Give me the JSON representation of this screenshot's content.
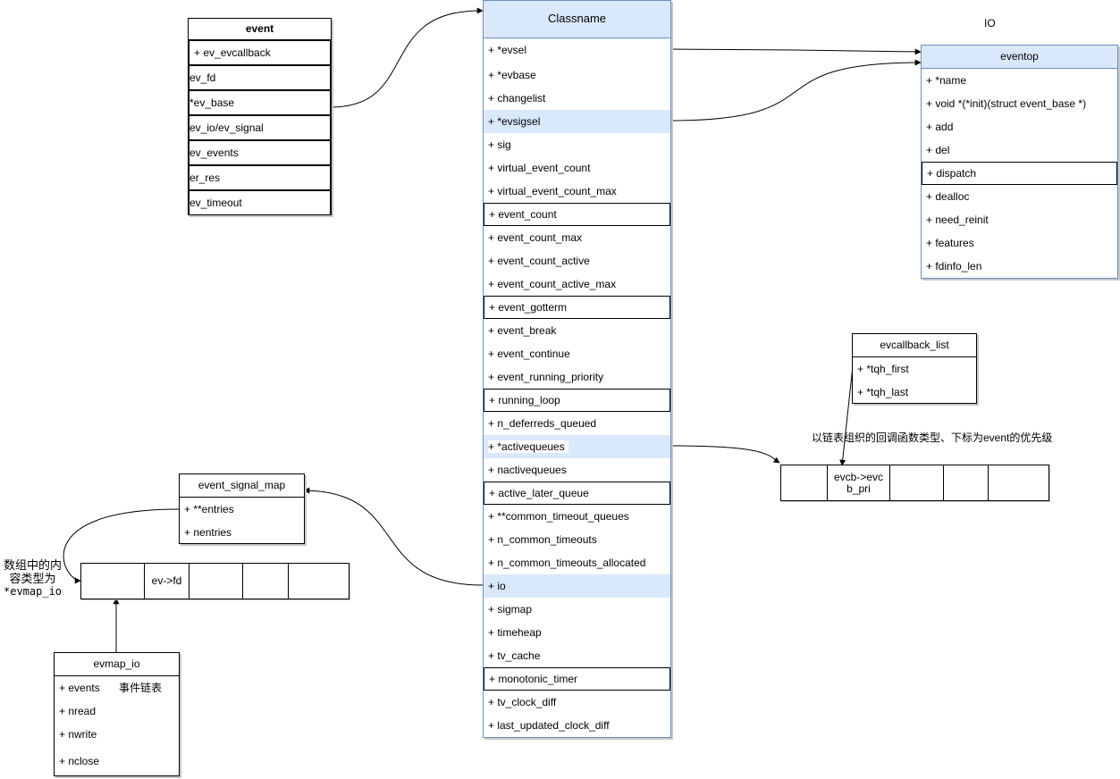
{
  "event_box": {
    "title": "event",
    "rows": [
      "+ ev_evcallback",
      "ev_fd",
      "*ev_base",
      "ev_io/ev_signal",
      "ev_events",
      "er_res",
      "ev_timeout"
    ]
  },
  "classname_box": {
    "title": "Classname",
    "rows": [
      "+ *evsel",
      "+ *evbase",
      "+ changelist",
      "+ *evsigsel",
      "+ sig",
      "+ virtual_event_count",
      "+ virtual_event_count_max",
      "+ event_count",
      "+ event_count_max",
      "+ event_count_active",
      "+ event_count_active_max",
      "+ event_gotterm",
      "+ event_break",
      "+ event_continue",
      "+ event_running_priority",
      "+ running_loop",
      "+ n_deferreds_queued",
      "+ *activequeues",
      "+ nactivequeues",
      "+ active_later_queue",
      "+ **common_timeout_queues",
      "+ n_common_timeouts",
      "+ n_common_timeouts_allocated",
      "+ io",
      "+ sigmap",
      "+ timeheap",
      "+ tv_cache",
      "+ monotonic_timer",
      "+ tv_clock_diff",
      "+ last_updated_clock_diff"
    ]
  },
  "io_label": "IO",
  "eventop_box": {
    "title": "eventop",
    "rows": [
      "+ *name",
      "+ void *(*init)(struct event_base *)",
      "+ add",
      "+ del",
      "+ dispatch",
      "+ dealloc",
      "+ need_reinit",
      "+ features",
      "+ fdinfo_len"
    ]
  },
  "evcallback_list_box": {
    "title": "evcallback_list",
    "rows": [
      "+ *tqh_first",
      "+ *tqh_last"
    ]
  },
  "priority_note": "以链表组织的回调函数类型、下标为event的优先级",
  "evcb_array": {
    "cells": [
      "",
      "evcb->evcb_pri",
      "",
      "",
      ""
    ]
  },
  "event_signal_map_box": {
    "title": "event_signal_map",
    "rows": [
      "+ **entries",
      "+ nentries"
    ]
  },
  "array_note": {
    "line1": "数组中的内",
    "line2": "容类型为",
    "line3": "*evmap_io"
  },
  "evfd_array": {
    "cells": [
      "",
      "ev->fd",
      "",
      "",
      ""
    ]
  },
  "evmap_io_box": {
    "title": "evmap_io",
    "rows": [
      "+ events",
      "+ nread",
      "+ nwrite",
      "+ nclose"
    ],
    "events_note": "事件链表"
  }
}
